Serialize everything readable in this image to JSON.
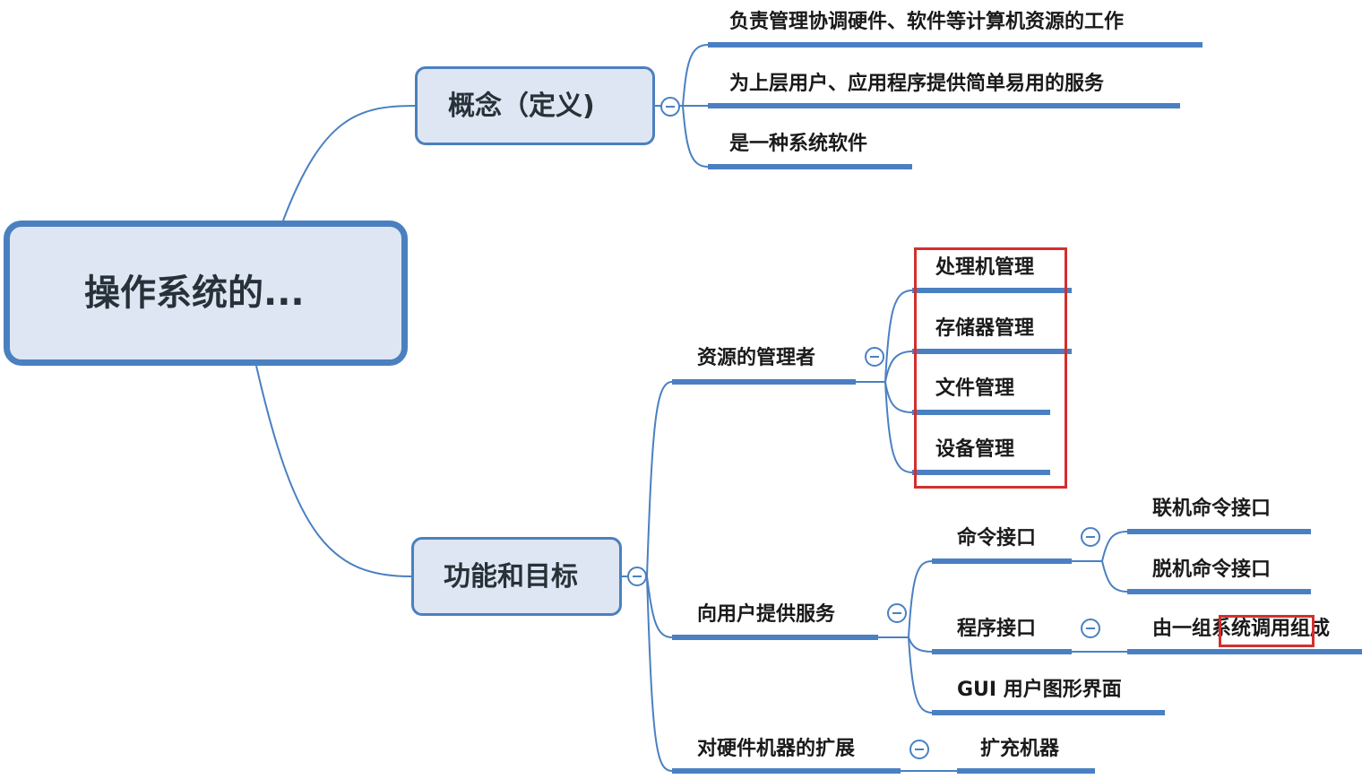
{
  "colors": {
    "branch": "#4a80c2",
    "node_fill": "#dfe6f3",
    "node_border": "#4a80bf",
    "highlight": "#d32f2f"
  },
  "root": {
    "label": "操作系统的..."
  },
  "concept": {
    "label": "概念（定义)",
    "items": [
      "负责管理协调硬件、软件等计算机资源的工作",
      "为上层用户、应用程序提供简单易用的服务",
      "是一种系统软件"
    ]
  },
  "functions": {
    "label": "功能和目标",
    "resource_manager": {
      "label": "资源的管理者",
      "items": [
        "处理机管理",
        "存储器管理",
        "文件管理",
        "设备管理"
      ]
    },
    "user_services": {
      "label": "向用户提供服务",
      "command_interface": {
        "label": "命令接口",
        "items": [
          "联机命令接口",
          "脱机命令接口"
        ]
      },
      "program_interface": {
        "label": "程序接口",
        "detail_prefix": "由一组",
        "detail_highlight": "系统调用",
        "detail_suffix": "组成"
      },
      "gui": {
        "label": "GUI 用户图形界面"
      }
    },
    "hardware_extension": {
      "label": "对硬件机器的扩展",
      "items": [
        "扩充机器"
      ]
    }
  }
}
